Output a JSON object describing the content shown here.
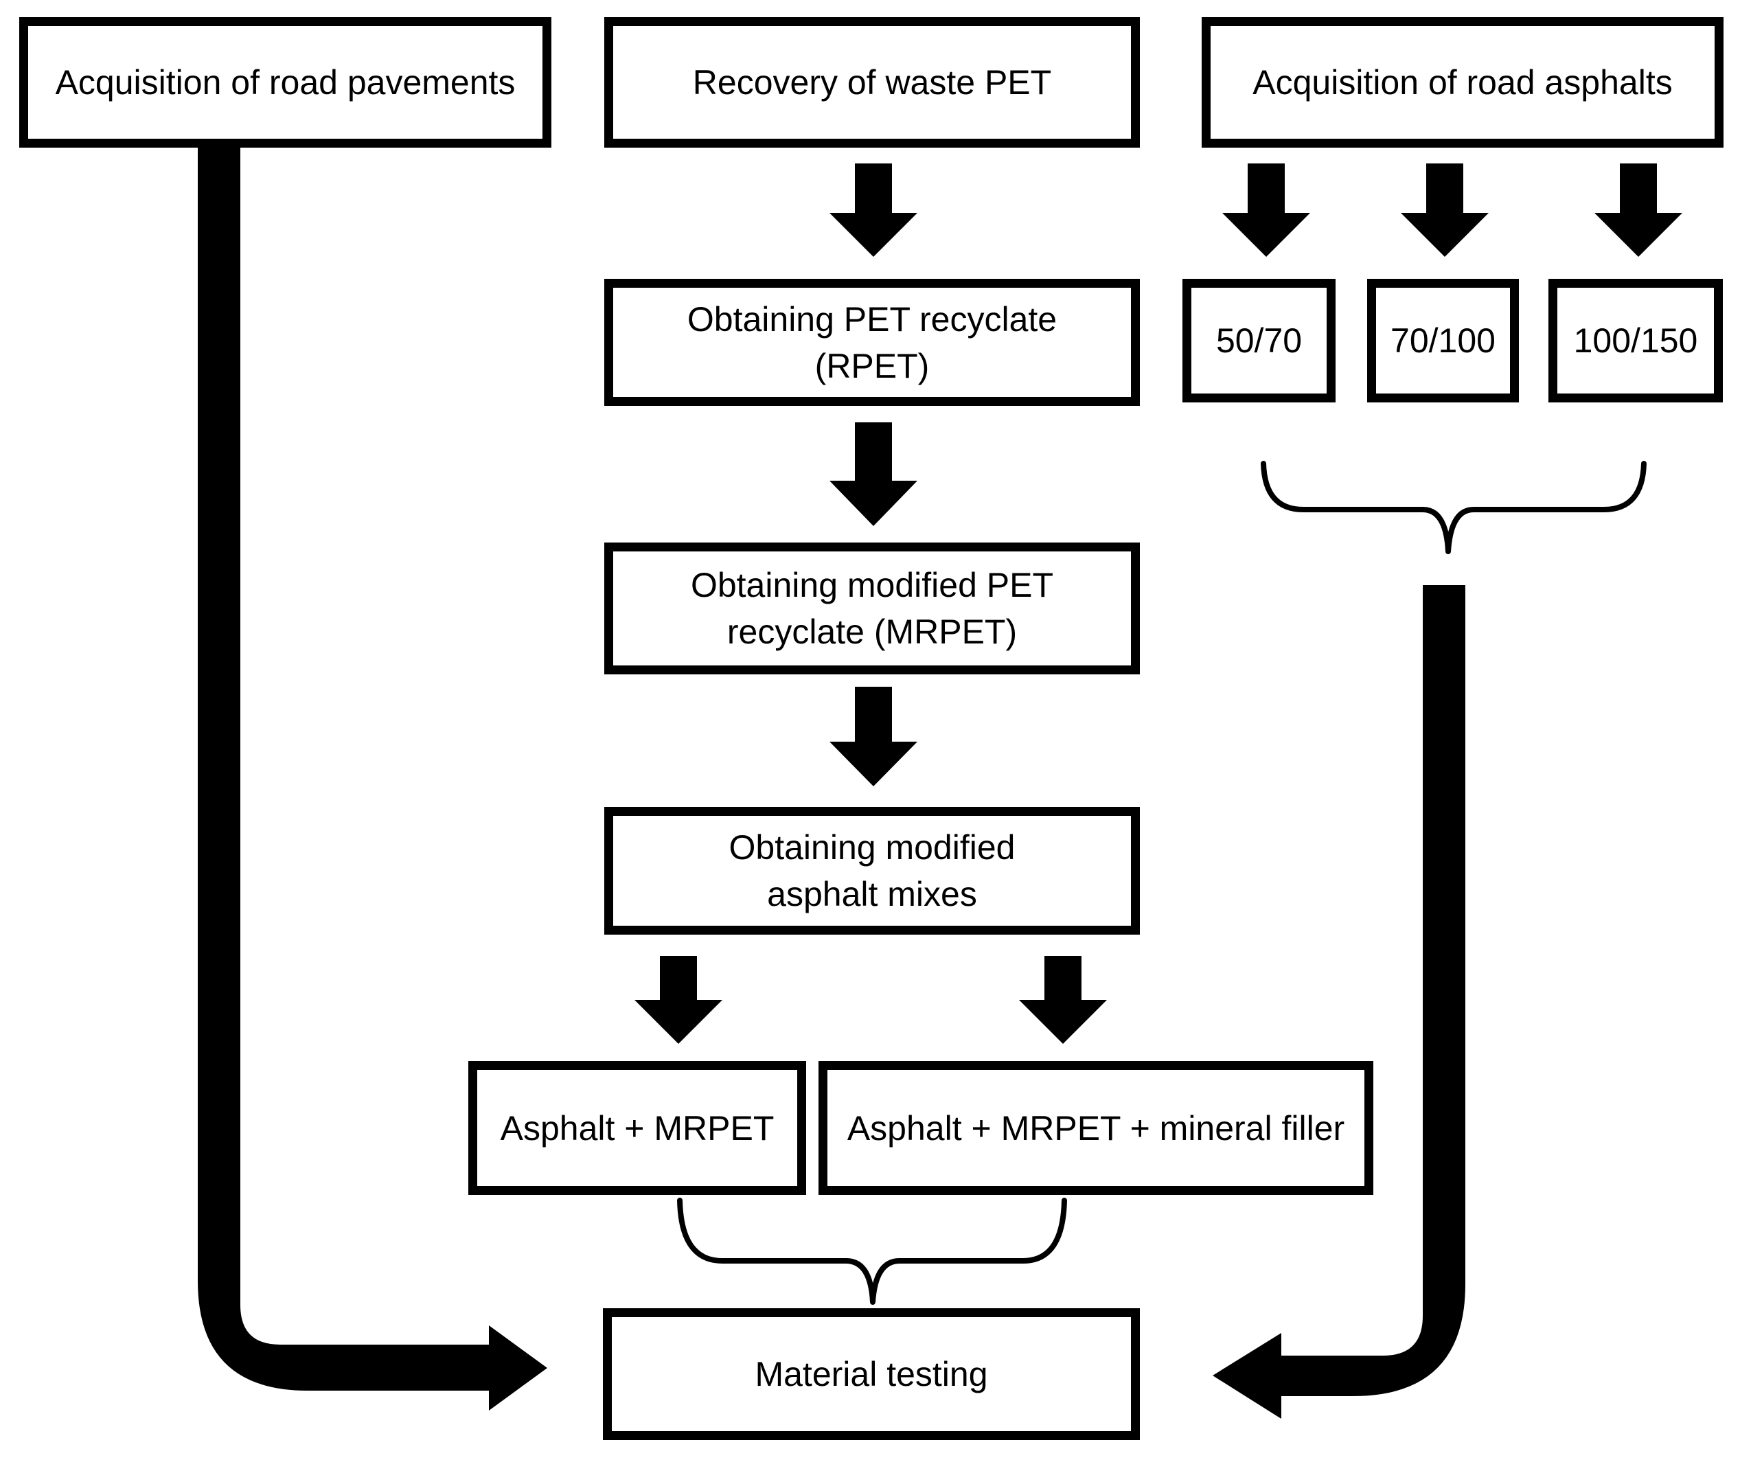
{
  "figure": {
    "title": "Flowchart of obtaining and testing PET-modified asphalt materials",
    "background_color": "#ffffff",
    "ink_color": "#000000"
  },
  "boxes": {
    "pavements": {
      "lines": [
        "Acquisition of road pavements"
      ]
    },
    "recovery": {
      "lines": [
        "Recovery of waste PET"
      ]
    },
    "asphalts": {
      "lines": [
        "Acquisition of road asphalts"
      ]
    },
    "rpet": {
      "lines": [
        "Obtaining PET recyclate",
        "(RPET)"
      ]
    },
    "grade1": {
      "lines": [
        "50/70"
      ]
    },
    "grade2": {
      "lines": [
        "70/100"
      ]
    },
    "grade3": {
      "lines": [
        "100/150"
      ]
    },
    "mrpet": {
      "lines": [
        "Obtaining modified PET",
        "recyclate (MRPET)"
      ]
    },
    "mixes": {
      "lines": [
        "Obtaining modified",
        "asphalt mixes"
      ]
    },
    "mix_a": {
      "lines": [
        "Asphalt + MRPET"
      ]
    },
    "mix_b": {
      "lines": [
        "Asphalt + MRPET + mineral filler"
      ]
    },
    "testing": {
      "lines": [
        "Material testing"
      ]
    }
  },
  "connections": [
    {
      "from": "Recovery of waste PET",
      "to": "Obtaining PET recyclate (RPET)",
      "type": "down-arrow"
    },
    {
      "from": "Acquisition of road asphalts",
      "to": "50/70",
      "type": "down-arrow"
    },
    {
      "from": "Acquisition of road asphalts",
      "to": "70/100",
      "type": "down-arrow"
    },
    {
      "from": "Acquisition of road asphalts",
      "to": "100/150",
      "type": "down-arrow"
    },
    {
      "from": "Obtaining PET recyclate (RPET)",
      "to": "Obtaining modified PET recyclate (MRPET)",
      "type": "down-arrow"
    },
    {
      "from": "Obtaining modified PET recyclate (MRPET)",
      "to": "Obtaining modified asphalt mixes",
      "type": "down-arrow"
    },
    {
      "from": "Obtaining modified asphalt mixes",
      "to": "Asphalt + MRPET",
      "type": "down-arrow"
    },
    {
      "from": "Obtaining modified asphalt mixes",
      "to": "Asphalt + MRPET + mineral filler",
      "type": "down-arrow"
    },
    {
      "from": "Asphalt + MRPET; Asphalt + MRPET + mineral filler",
      "to": "Material testing",
      "type": "brace"
    },
    {
      "from": "50/70; 70/100; 100/150",
      "to": "Material testing",
      "type": "brace-then-elbow-arrow-left"
    },
    {
      "from": "Acquisition of road pavements",
      "to": "Material testing",
      "type": "elbow-arrow-right"
    }
  ]
}
